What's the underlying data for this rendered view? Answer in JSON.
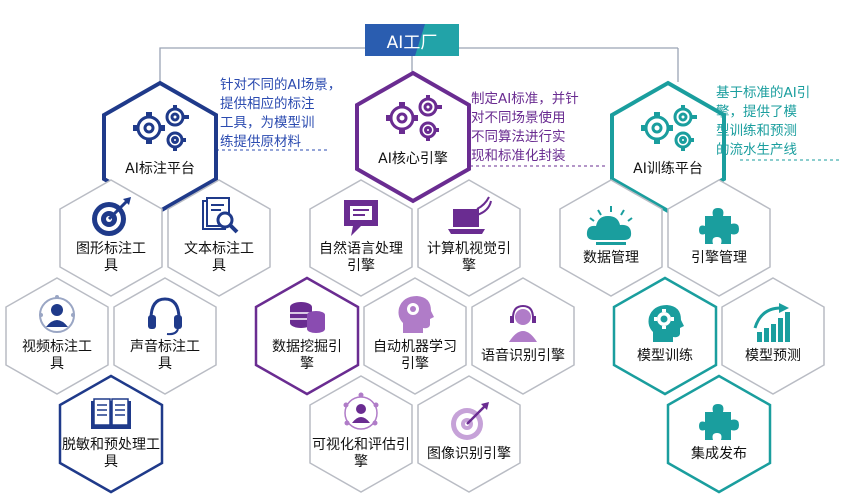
{
  "title": "AI工厂",
  "platforms": {
    "annotation": {
      "name": "AI标注平台",
      "description": [
        "针对不同的AI场景，",
        "提供相应的标注",
        "工具，为模型训",
        "练提供原材料"
      ],
      "color": "#1f3a8a",
      "tools": [
        "图形标注工具",
        "文本标注工具",
        "视频标注工具",
        "声音标注工具",
        "脱敏和预处理工具"
      ]
    },
    "core": {
      "name": "AI核心引擎",
      "description": [
        "制定AI标准，并针",
        "对不同场景使用",
        "不同算法进行实",
        "现和标准化封装"
      ],
      "color": "#6a2c91",
      "engines": [
        "自然语言处理引擎",
        "计算机视觉引擎",
        "数据挖掘引擎",
        "自动机器学习引擎",
        "语音识别引擎",
        "可视化和评估引擎",
        "图像识别引擎"
      ]
    },
    "training": {
      "name": "AI训练平台",
      "description": [
        "基于标准的AI引",
        "擎，提供了模",
        "型训练和预测",
        "的流水生产线"
      ],
      "color": "#1a9e9e",
      "modules": [
        "数据管理",
        "引擎管理",
        "模型训练",
        "模型预测",
        "集成发布"
      ]
    }
  },
  "icons": {
    "gears": "gears-icon",
    "target": "target-icon",
    "document_search": "document-search-icon",
    "video_person": "video-person-icon",
    "headset": "headset-icon",
    "book": "book-icon",
    "chat": "chat-bubble-icon",
    "laptop": "laptop-wifi-icon",
    "coins": "coins-icon",
    "brain_head": "brain-head-icon",
    "speaker_person": "speaker-person-icon",
    "user_network": "user-network-icon",
    "dartboard": "dartboard-icon",
    "cloud": "cloud-icon",
    "puzzle": "puzzle-icon",
    "brain_gear": "brain-gear-icon",
    "chart_up": "chart-up-icon"
  }
}
